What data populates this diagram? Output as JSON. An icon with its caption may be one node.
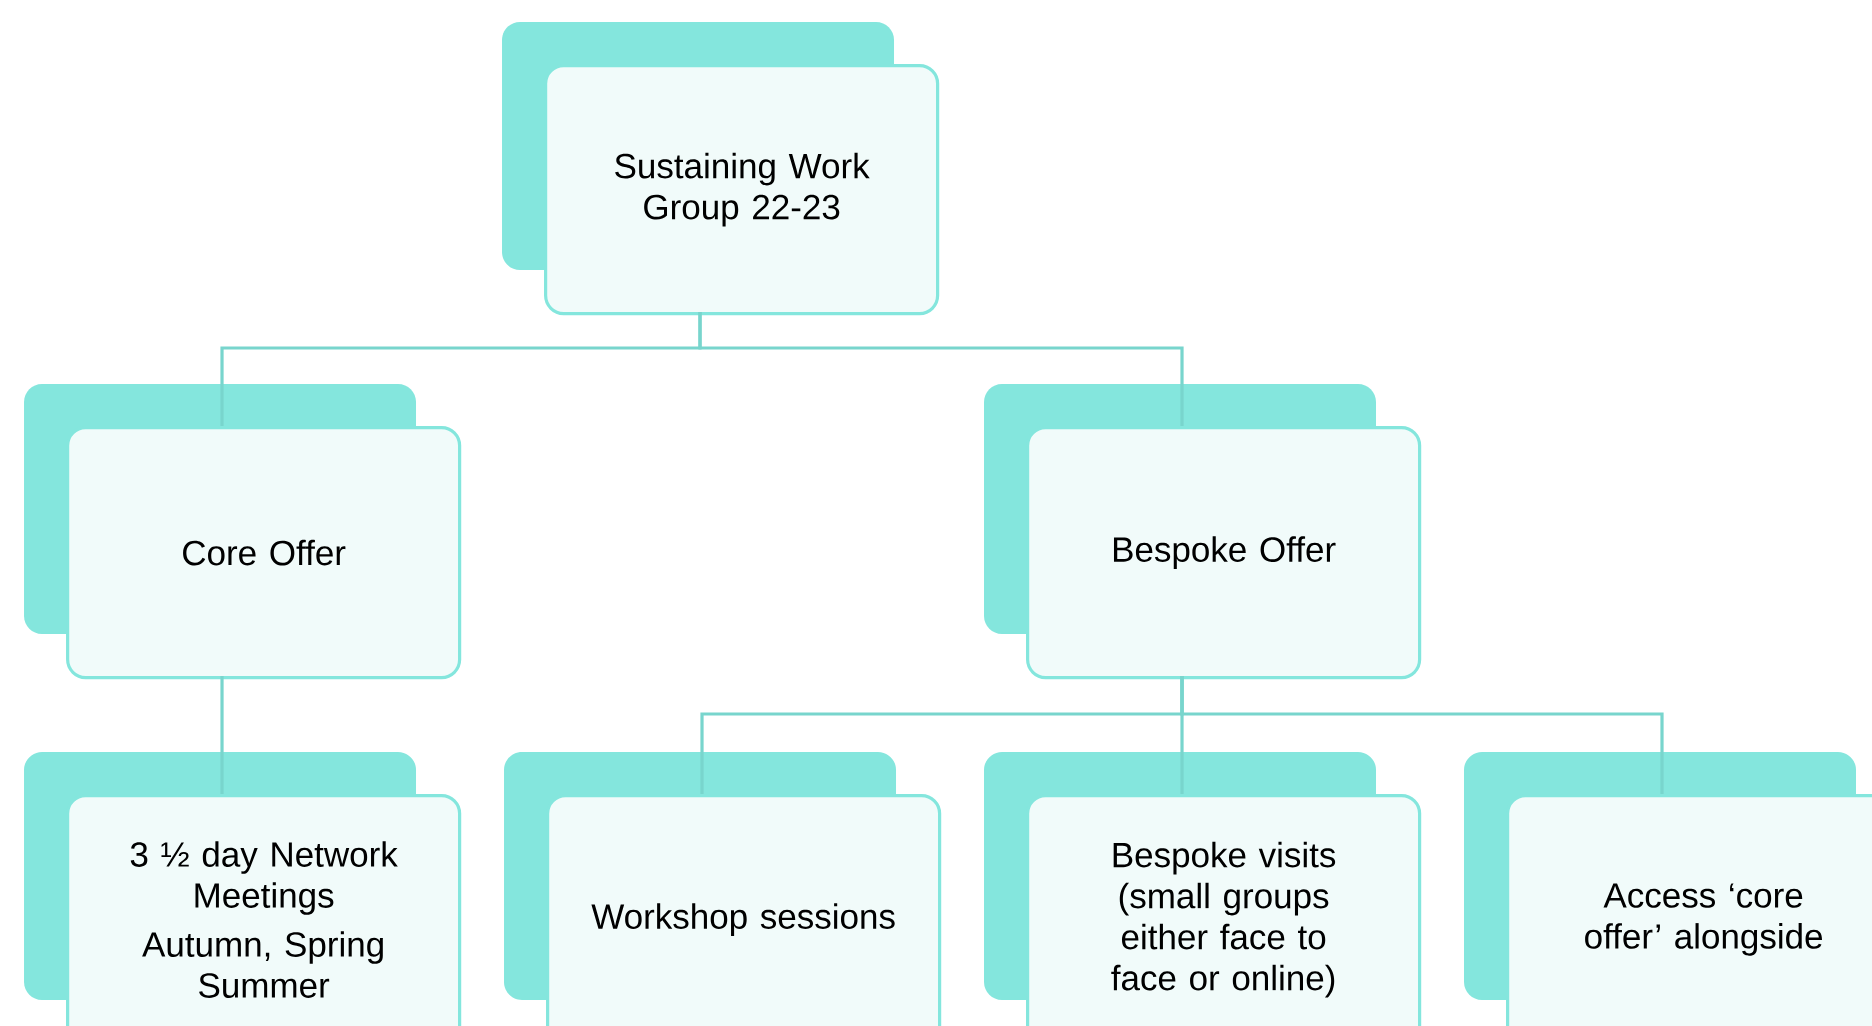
{
  "diagram": {
    "nodes": [
      {
        "text": [
          "Sustaining Work Group 22-23"
        ]
      },
      {
        "text": [
          "Core Offer"
        ]
      },
      {
        "text": [
          "Bespoke Offer"
        ]
      },
      {
        "text": [
          "3 ½ day Network Meetings",
          "Autumn, Spring Summer"
        ]
      },
      {
        "text": [
          "Workshop sessions"
        ]
      },
      {
        "text": [
          "Bespoke visits (small groups either face to face or online)"
        ]
      },
      {
        "text": [
          "Access ‘core offer’ alongside"
        ]
      }
    ],
    "edges": [
      {
        "from": 0,
        "to": 1,
        "arrow": "none"
      },
      {
        "from": 0,
        "to": 2,
        "arrow": "none"
      },
      {
        "from": 1,
        "to": 3,
        "arrow": "none"
      },
      {
        "from": 2,
        "to": 4,
        "arrow": "none"
      },
      {
        "from": 2,
        "to": 5,
        "arrow": "none"
      },
      {
        "from": 2,
        "to": 6,
        "arrow": "none"
      }
    ]
  }
}
